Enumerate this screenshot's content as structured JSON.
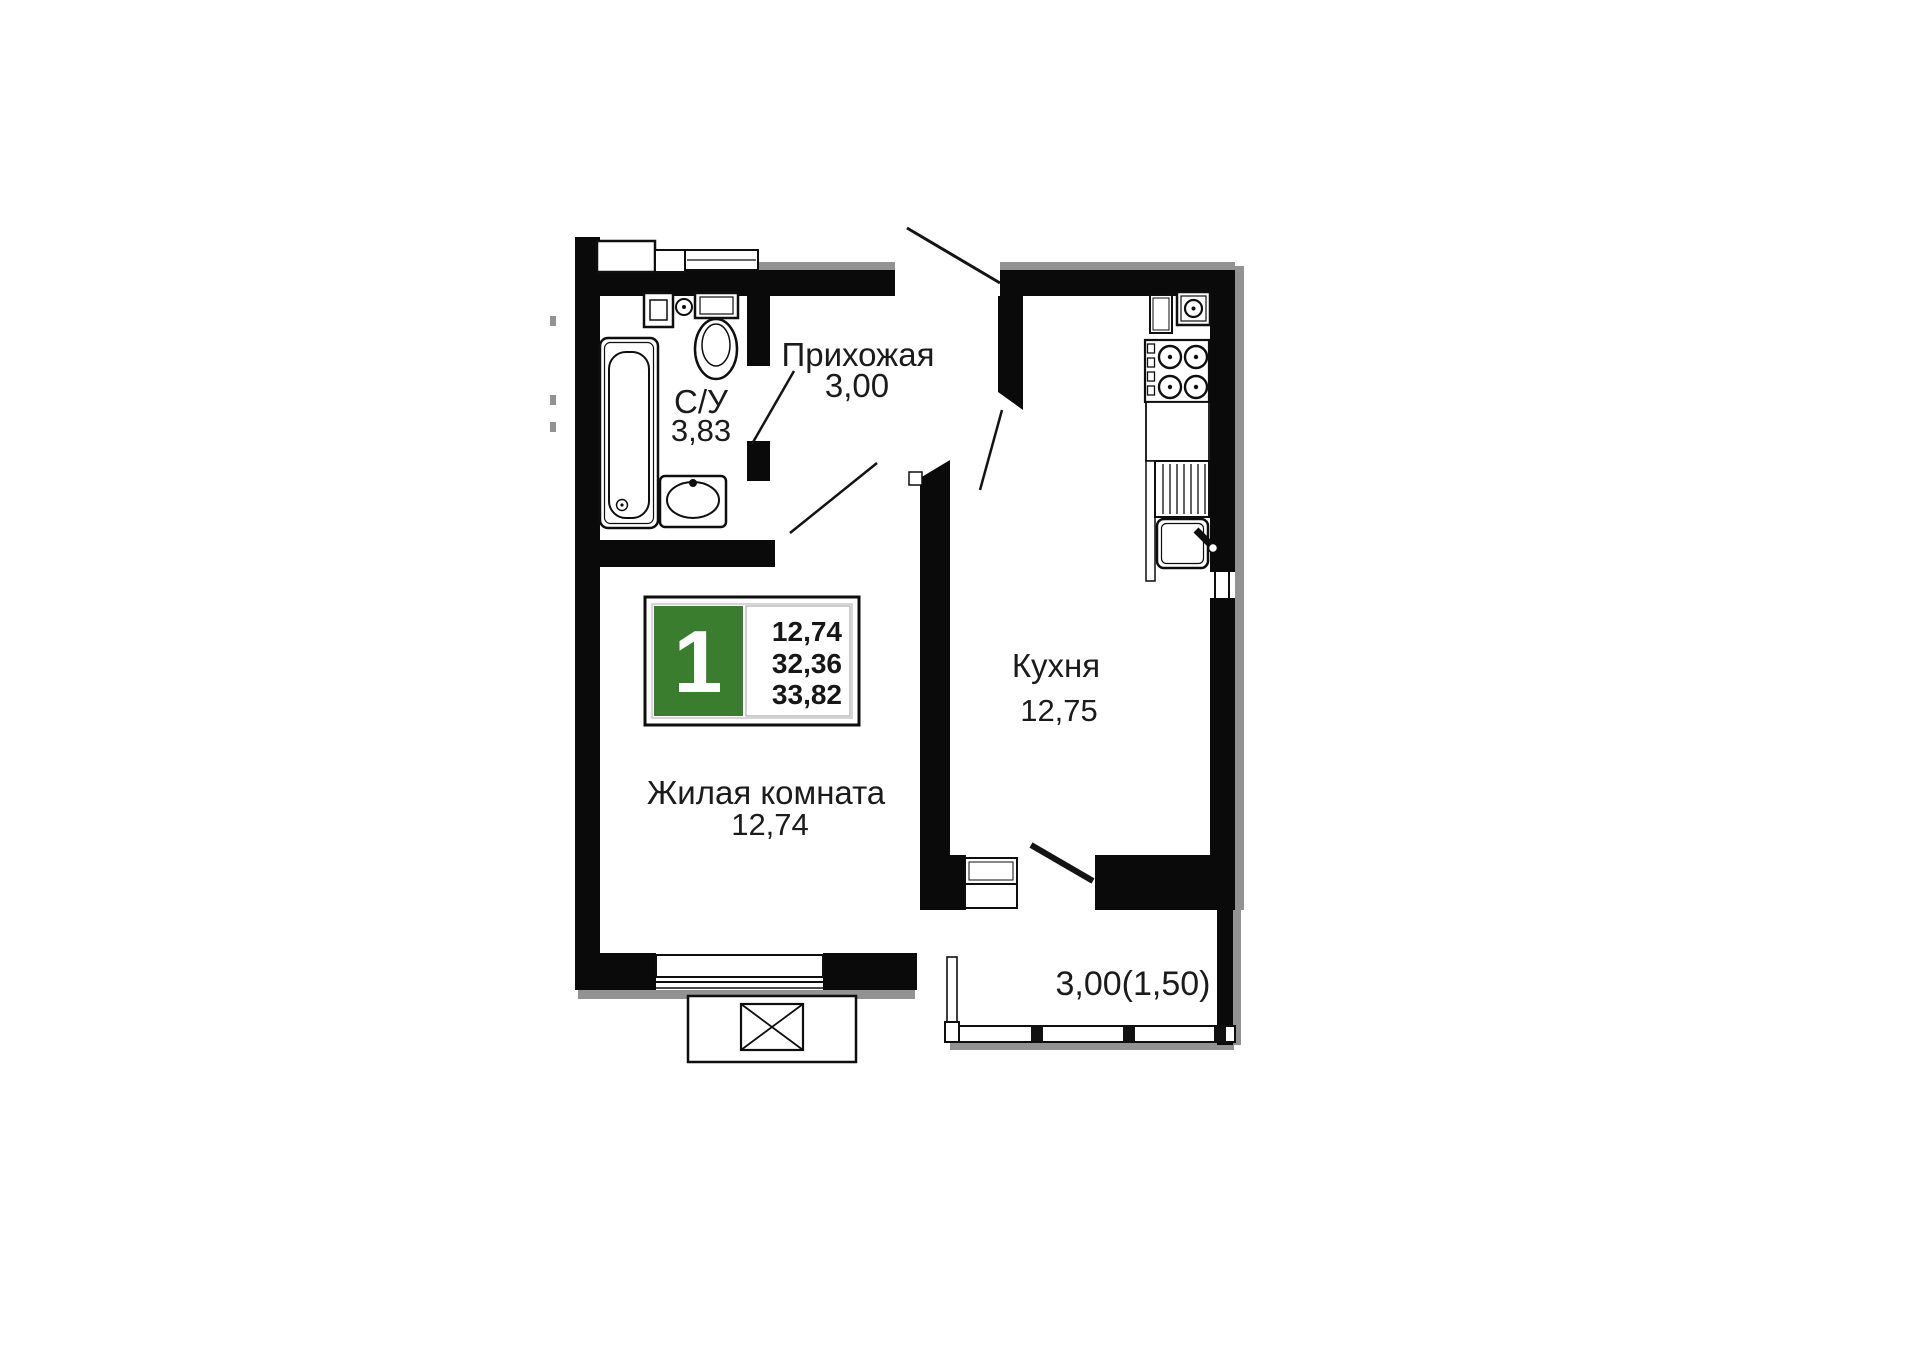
{
  "plan": {
    "badge": {
      "number": "1",
      "values": [
        "12,74",
        "32,36",
        "33,82"
      ],
      "accent_green": "#3A7D2E"
    },
    "rooms": {
      "hallway": {
        "name": "Прихожая",
        "area": "3,00"
      },
      "bathroom": {
        "name": "С/У",
        "area": "3,83"
      },
      "kitchen": {
        "name": "Кухня",
        "area": "12,75"
      },
      "living_room": {
        "name": "Жилая комната",
        "area": "12,74"
      },
      "balcony": {
        "area": "3,00(1,50)"
      }
    },
    "colors": {
      "wall": "#0a0a0a",
      "shadow": "#929292",
      "text": "#1b1b1b"
    },
    "symbols": [
      "bathtub-icon",
      "toilet-icon",
      "washbasin-icon",
      "washing-machine-icon",
      "stove-icon",
      "kitchen-sink-icon",
      "kitchen-counter-icon",
      "dish-drainer-icon",
      "window-icon",
      "balcony-railing-icon",
      "ac-unit-icon",
      "door-swing-icon"
    ]
  }
}
